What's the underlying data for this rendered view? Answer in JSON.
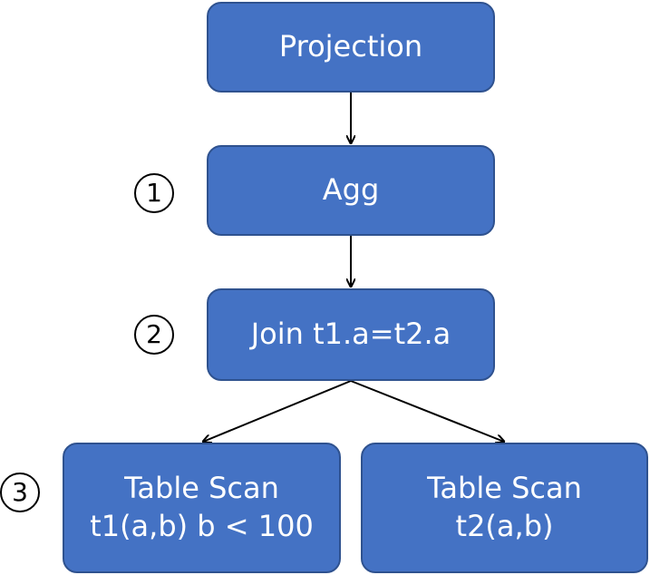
{
  "nodes": {
    "projection": "Projection",
    "agg": "Agg",
    "join": "Join t1.a=t2.a",
    "scan1": {
      "line1": "Table Scan",
      "line2": "t1(a,b) b < 100"
    },
    "scan2": {
      "line1": "Table Scan",
      "line2": "t2(a,b)"
    }
  },
  "markers": {
    "step1": "1",
    "step2": "2",
    "step3": "3"
  },
  "colors": {
    "node_fill": "#4472c4",
    "node_border": "#2f528f",
    "node_text": "#ffffff",
    "arrow": "#000000"
  }
}
